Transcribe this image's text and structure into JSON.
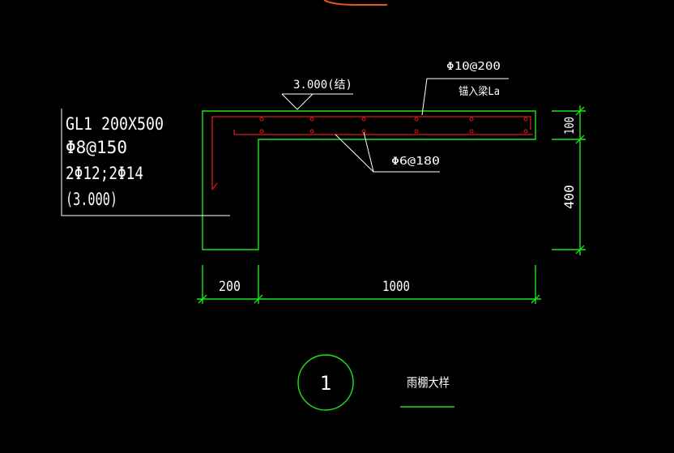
{
  "colors": {
    "background": "#000000",
    "outline": "#19e619",
    "rebar": "#e01818",
    "text": "#ffffff",
    "top_stroke": "#e8561a"
  },
  "beam_note": {
    "line1": "GL1 200X500",
    "line2": "Φ8@150",
    "line3": "2Φ12;2Φ14",
    "line4": "(3.000)"
  },
  "elevation_label": "3.000(结)",
  "top_rebar": {
    "spec": "Φ10@200",
    "anchor_note": "锚入梁La"
  },
  "dist_rebar_label": "Φ6@180",
  "dimensions": {
    "slab_thickness": "100",
    "beam_below_slab": "400",
    "beam_width": "200",
    "canopy_length": "1000"
  },
  "detail": {
    "number": "1",
    "title": "雨棚大样"
  }
}
